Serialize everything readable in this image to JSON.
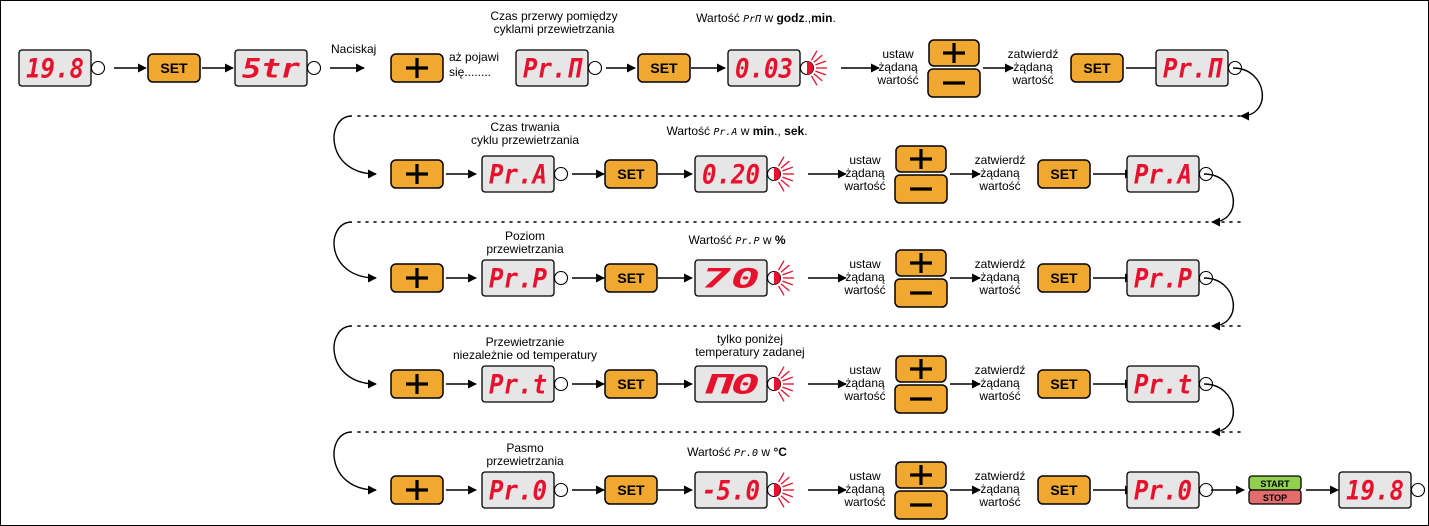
{
  "labels": {
    "set": "SET",
    "press": "Naciskaj",
    "until_line1": "aż pojawi",
    "until_line2": "się........",
    "set_value": [
      "ustaw",
      "żądaną",
      "wartość"
    ],
    "confirm_value": [
      "zatwierdź",
      "żądaną",
      "wartość"
    ],
    "start": "START",
    "stop": "STOP"
  },
  "row1": {
    "display_start": "19.8",
    "display_str": "5tr",
    "title": [
      "Czas przerwy pomiędzy",
      "cyklami przewietrzania"
    ],
    "param": "Pr.П",
    "value_caption": {
      "pre": "Wartość",
      "code": "PrП",
      "mid": "w",
      "b1": "godz",
      "sep": ".,",
      "b2": "min",
      "end": "."
    },
    "value": "0.03"
  },
  "row2": {
    "title": [
      "Czas trwania",
      "cyklu przewietrzania"
    ],
    "param": "Pr.A",
    "value_caption": {
      "pre": "Wartość",
      "code": "Pr.A",
      "mid": "w",
      "b1": "min",
      "sep": "., ",
      "b2": "sek",
      "end": "."
    },
    "value": "0.20"
  },
  "row3": {
    "title": [
      "Poziom",
      "przewietrzania"
    ],
    "param": "Pr.P",
    "value_caption": {
      "pre": "Wartość",
      "code": "Pr.P",
      "mid": "w",
      "b1": "%",
      "sep": "",
      "b2": "",
      "end": ""
    },
    "value": "70"
  },
  "row4": {
    "title": [
      "Przewietrzanie",
      "niezależnie od temperatury"
    ],
    "param": "Pr.t",
    "value_caption_lines": [
      "tylko poniżej",
      "temperatury zadanej"
    ],
    "value": "П0"
  },
  "row5": {
    "title": [
      "Pasmo",
      "przewietrzania"
    ],
    "param": "Pr.0",
    "value_caption": {
      "pre": "Wartość",
      "code": "Pr.0",
      "mid": "w",
      "b1": "°C",
      "sep": "",
      "b2": "",
      "end": ""
    },
    "value": "-5.0",
    "display_end": "19.8"
  },
  "colors": {
    "display_text": "#e8112d",
    "display_bg": "#e6e6e6",
    "button": "#f0a830",
    "start": "#8fd14f",
    "stop": "#e36c6c"
  }
}
